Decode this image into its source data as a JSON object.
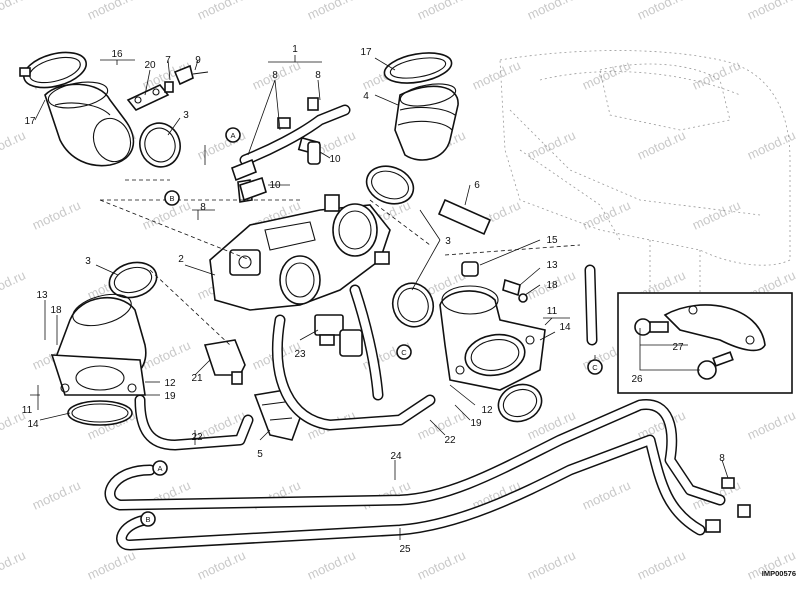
{
  "diagram": {
    "code": "IMP00576",
    "watermark": "motod.ru",
    "callouts": {
      "c1": "1",
      "c2": "2",
      "c3a": "3",
      "c3b": "3",
      "c3c": "3",
      "c4": "4",
      "c5": "5",
      "c6": "6",
      "c7": "7",
      "c8a": "8",
      "c8b": "8",
      "c8c": "8",
      "c8d": "8",
      "c9": "9",
      "c10a": "10",
      "c10b": "10",
      "c11a": "11",
      "c11b": "11",
      "c12a": "12",
      "c12b": "12",
      "c13a": "13",
      "c13b": "13",
      "c14a": "14",
      "c14b": "14",
      "c15": "15",
      "c16": "16",
      "c17a": "17",
      "c17b": "17",
      "c18a": "18",
      "c18b": "18",
      "c19a": "19",
      "c19b": "19",
      "c20": "20",
      "c21": "21",
      "c22a": "22",
      "c22b": "22",
      "c23": "23",
      "c24": "24",
      "c25": "25",
      "c26": "26",
      "c27": "27"
    },
    "refs": {
      "a1": "A",
      "a2": "A",
      "b1": "B",
      "b2": "B",
      "cc1": "C",
      "cc2": "C"
    }
  }
}
